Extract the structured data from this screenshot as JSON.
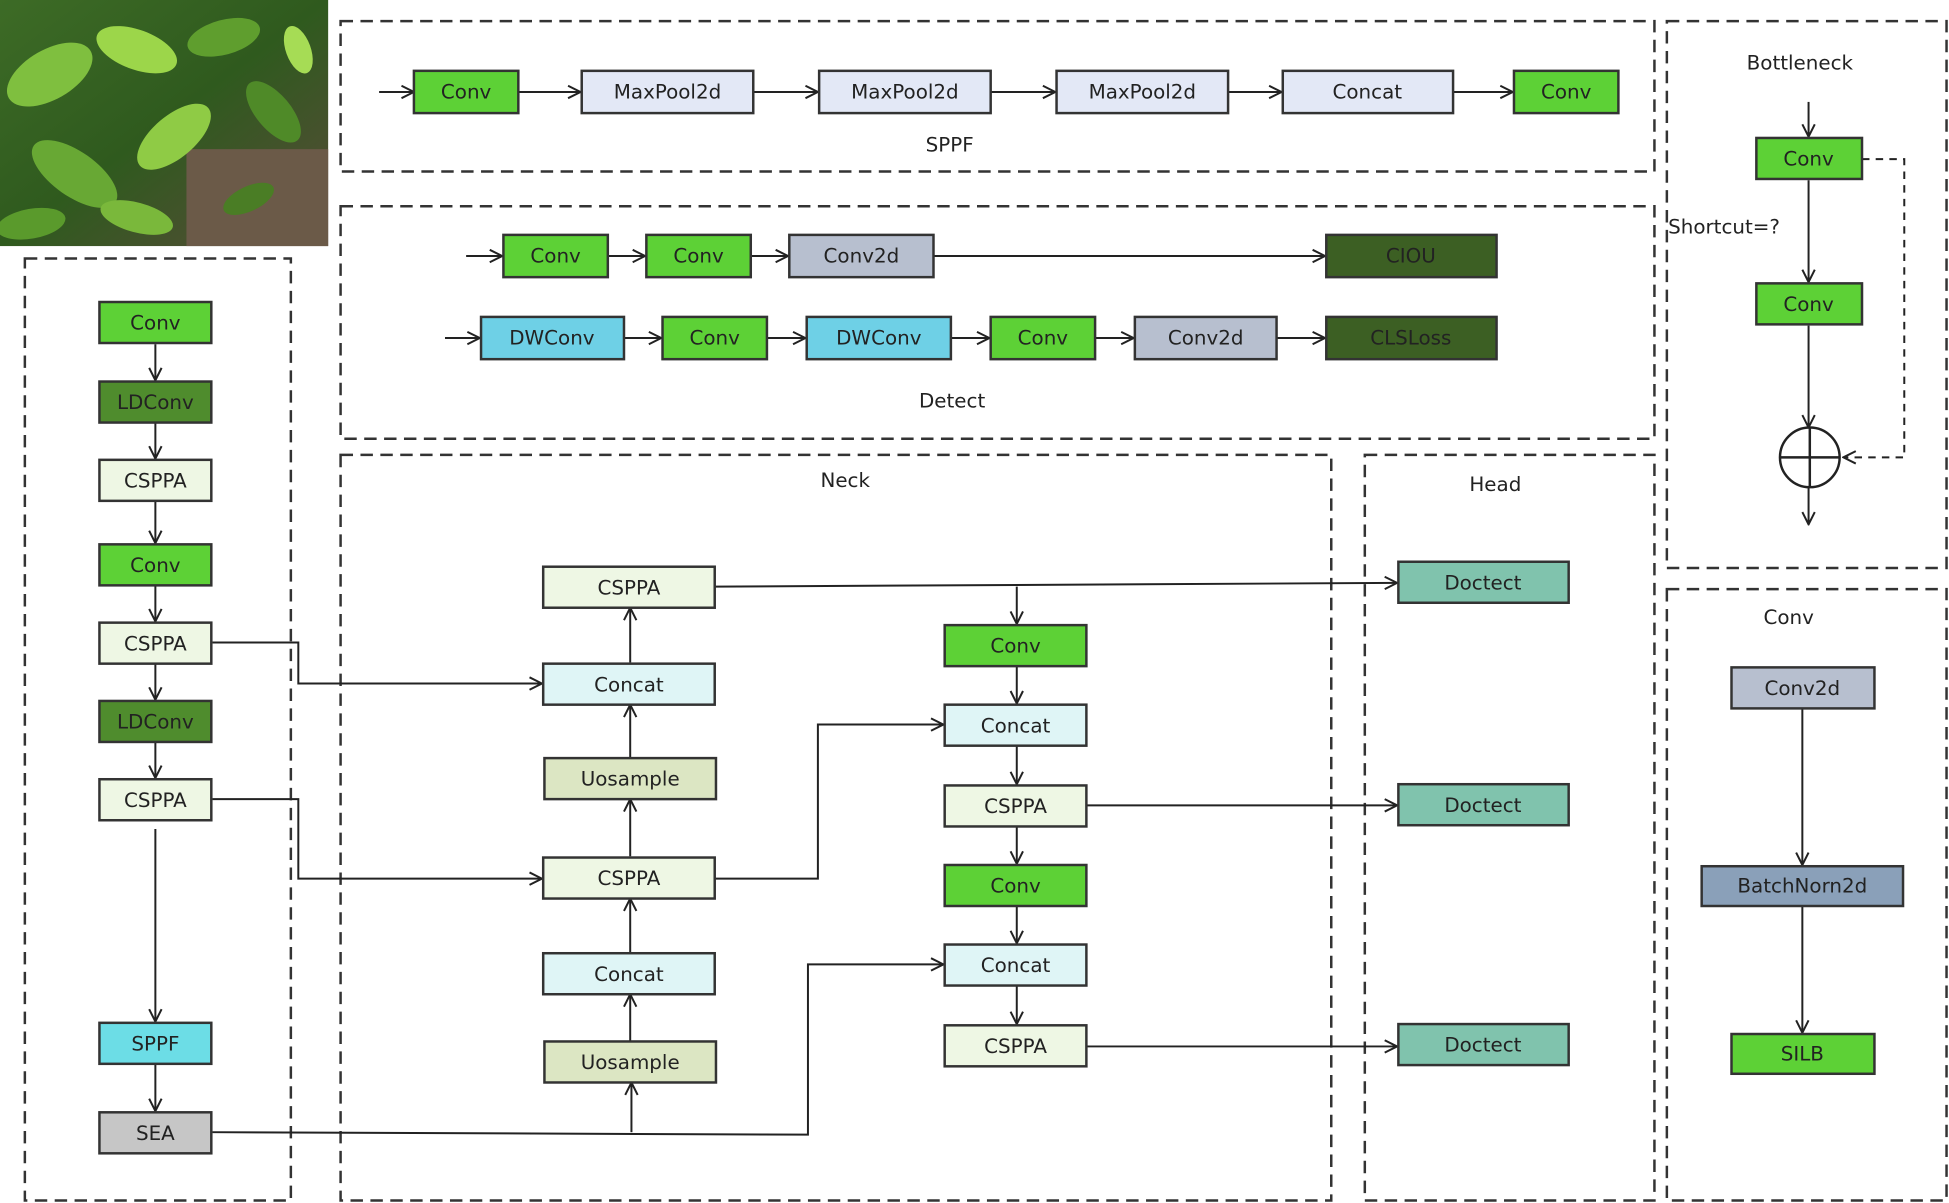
{
  "colors": {
    "conv_green": "#5dd136",
    "dark_green": "#4f8c2d",
    "very_dark_green": "#3c5f23",
    "pale_green": "#eef7e4",
    "olive_pale": "#dce6c3",
    "lavender": "#e3e8f6",
    "light_cyan": "#dff5f6",
    "sky_blue": "#6ed0e6",
    "turquoise": "#6cdde6",
    "gray_blue": "#b7bfcf",
    "slate_blue": "#8aa0b9",
    "gray": "#c6c6c6",
    "teal": "#80c3ad"
  },
  "photo": {
    "icon": "tea-leaf-photo"
  },
  "panels": [
    {
      "id": "backbone",
      "label": ""
    },
    {
      "id": "sppf",
      "label": "SPPF"
    },
    {
      "id": "detect",
      "label": "Detect"
    },
    {
      "id": "bottleneck",
      "label": "Bottleneck"
    },
    {
      "id": "neck",
      "label": "Neck"
    },
    {
      "id": "head",
      "label": "Head"
    },
    {
      "id": "conv_detail",
      "label": "Conv"
    }
  ],
  "annotations": {
    "shortcut": "Shortcut=?"
  },
  "nodes": [
    {
      "id": "bb-conv1",
      "label": "Conv",
      "color": "#5dd136"
    },
    {
      "id": "bb-ldconv1",
      "label": "LDConv",
      "color": "#4f8c2d"
    },
    {
      "id": "bb-csppa1",
      "label": "CSPPA",
      "color": "#eef7e4"
    },
    {
      "id": "bb-conv2",
      "label": "Conv",
      "color": "#5dd136"
    },
    {
      "id": "bb-csppa2",
      "label": "CSPPA",
      "color": "#eef7e4"
    },
    {
      "id": "bb-ldconv2",
      "label": "LDConv",
      "color": "#4f8c2d"
    },
    {
      "id": "bb-csppa3",
      "label": "CSPPA",
      "color": "#eef7e4"
    },
    {
      "id": "bb-sppf",
      "label": "SPPF",
      "color": "#6cdde6"
    },
    {
      "id": "bb-sea",
      "label": "SEA",
      "color": "#c6c6c6"
    },
    {
      "id": "sppf-conv1",
      "label": "Conv",
      "color": "#5dd136"
    },
    {
      "id": "sppf-maxpool1",
      "label": "MaxPool2d",
      "color": "#e3e8f6"
    },
    {
      "id": "sppf-maxpool2",
      "label": "MaxPool2d",
      "color": "#e3e8f6"
    },
    {
      "id": "sppf-maxpool3",
      "label": "MaxPool2d",
      "color": "#e3e8f6"
    },
    {
      "id": "sppf-concat",
      "label": "Concat",
      "color": "#e3e8f6"
    },
    {
      "id": "sppf-conv2",
      "label": "Conv",
      "color": "#5dd136"
    },
    {
      "id": "det-conv1",
      "label": "Conv",
      "color": "#5dd136"
    },
    {
      "id": "det-conv2",
      "label": "Conv",
      "color": "#5dd136"
    },
    {
      "id": "det-conv2d1",
      "label": "Conv2d",
      "color": "#b7bfcf"
    },
    {
      "id": "det-ciou",
      "label": "CIOU",
      "color": "#3c5f23"
    },
    {
      "id": "det-dwconv1",
      "label": "DWConv",
      "color": "#6ed0e6"
    },
    {
      "id": "det-conv3",
      "label": "Conv",
      "color": "#5dd136"
    },
    {
      "id": "det-dwconv2",
      "label": "DWConv",
      "color": "#6ed0e6"
    },
    {
      "id": "det-conv4",
      "label": "Conv",
      "color": "#5dd136"
    },
    {
      "id": "det-conv2d2",
      "label": "Conv2d",
      "color": "#b7bfcf"
    },
    {
      "id": "det-clsloss",
      "label": "CLSLoss",
      "color": "#3c5f23"
    },
    {
      "id": "neck-csppa-top",
      "label": "CSPPA",
      "color": "#eef7e4"
    },
    {
      "id": "neck-concat1",
      "label": "Concat",
      "color": "#dff5f6"
    },
    {
      "id": "neck-upsample1",
      "label": "Uosample",
      "color": "#dce6c3"
    },
    {
      "id": "neck-csppa-mid",
      "label": "CSPPA",
      "color": "#eef7e4"
    },
    {
      "id": "neck-concat2",
      "label": "Concat",
      "color": "#dff5f6"
    },
    {
      "id": "neck-upsample2",
      "label": "Uosample",
      "color": "#dce6c3"
    },
    {
      "id": "neck-conv-r1",
      "label": "Conv",
      "color": "#5dd136"
    },
    {
      "id": "neck-concat-r1",
      "label": "Concat",
      "color": "#dff5f6"
    },
    {
      "id": "neck-csppa-r1",
      "label": "CSPPA",
      "color": "#eef7e4"
    },
    {
      "id": "neck-conv-r2",
      "label": "Conv",
      "color": "#5dd136"
    },
    {
      "id": "neck-concat-r2",
      "label": "Concat",
      "color": "#dff5f6"
    },
    {
      "id": "neck-csppa-r2",
      "label": "CSPPA",
      "color": "#eef7e4"
    },
    {
      "id": "head-detect1",
      "label": "Doctect",
      "color": "#80c3ad"
    },
    {
      "id": "head-detect2",
      "label": "Doctect",
      "color": "#80c3ad"
    },
    {
      "id": "head-detect3",
      "label": "Doctect",
      "color": "#80c3ad"
    },
    {
      "id": "bn-conv1",
      "label": "Conv",
      "color": "#5dd136"
    },
    {
      "id": "bn-conv2",
      "label": "Conv",
      "color": "#5dd136"
    },
    {
      "id": "cd-conv2d",
      "label": "Conv2d",
      "color": "#b7bfcf"
    },
    {
      "id": "cd-batchnorm",
      "label": "BatchNorn2d",
      "color": "#8aa0b9"
    },
    {
      "id": "cd-silb",
      "label": "SILB",
      "color": "#5dd136"
    }
  ]
}
